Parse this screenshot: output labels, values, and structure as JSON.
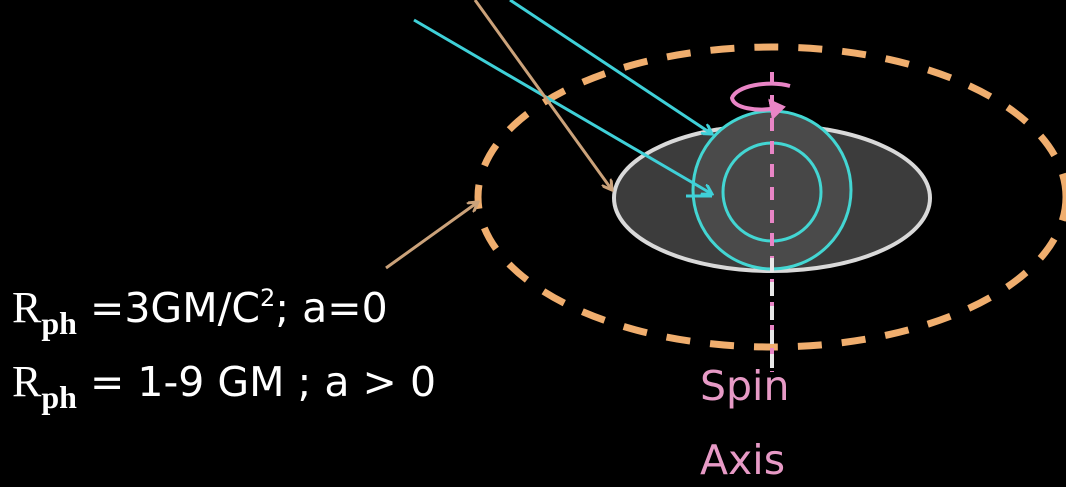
{
  "equations": {
    "line1": {
      "symbol": "R",
      "subscript": "ph",
      "rhs": " =3GM/C",
      "superscript": "2",
      "tail": "; a=0"
    },
    "line2": {
      "symbol": "R",
      "subscript": "ph",
      "rhs": " = 1-9 GM ; a > 0"
    }
  },
  "spin_axis": {
    "line1": "Spin",
    "line2": "Axis"
  },
  "colors": {
    "background": "#000000",
    "photon_orbit_ring": "#f0ae6e",
    "disk_fill": "#3c3c3c",
    "disk_outline": "#d9d9d9",
    "horizon_rings": "#43d6d3",
    "spin_axis": "#e985c6",
    "incoming_rays_cyan": "#3fd0d8",
    "incoming_rays_tan": "#cba27a",
    "equation_text": "#ffffff"
  }
}
